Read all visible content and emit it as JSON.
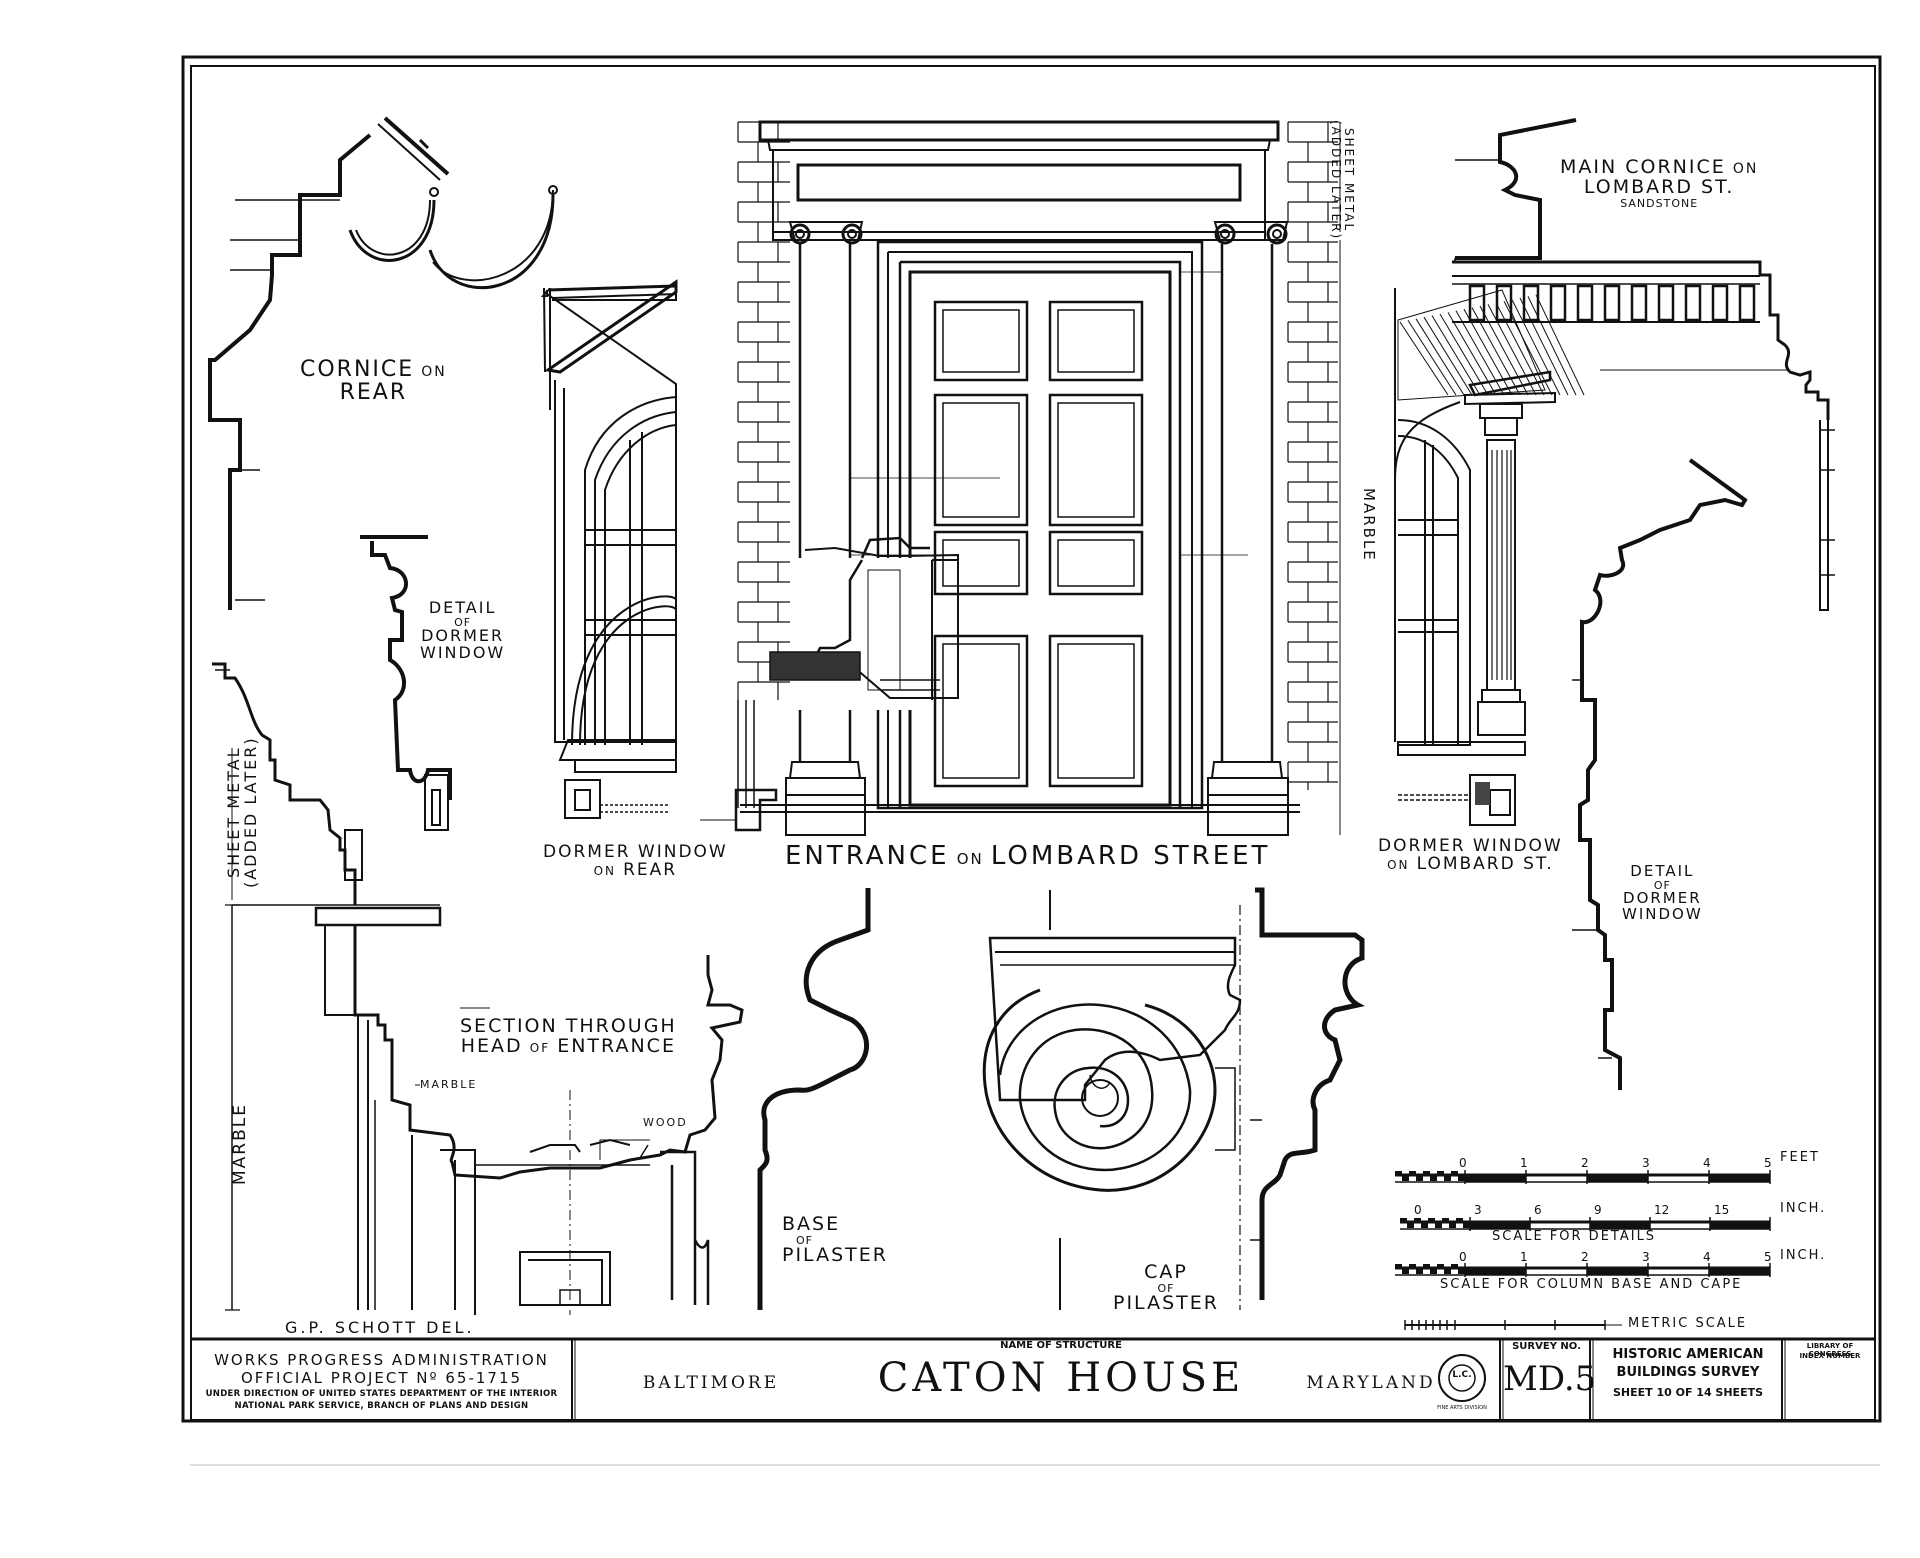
{
  "labels": {
    "cornice_rear": [
      "CORNICE",
      "ON",
      "REAR"
    ],
    "detail_dormer_left": [
      "DETAIL",
      "OF",
      "DORMER",
      "WINDOW"
    ],
    "sheet_metal_left": [
      "SHEET METAL",
      "(ADDED LATER)"
    ],
    "marble_left": "MARBLE",
    "dormer_rear": [
      "DORMER WINDOW",
      "ON",
      "REAR"
    ],
    "entrance": [
      "ENTRANCE",
      "ON",
      "LOMBARD STREET"
    ],
    "sheet_metal_right": [
      "SHEET METAL",
      "(ADDED LATER)"
    ],
    "marble_right": "MARBLE",
    "main_cornice": [
      "MAIN CORNICE",
      "ON",
      "LOMBARD ST.",
      "SANDSTONE"
    ],
    "dormer_lombard": [
      "DORMER WINDOW",
      "ON",
      "LOMBARD ST."
    ],
    "detail_dormer_right": [
      "DETAIL",
      "OF",
      "DORMER",
      "WINDOW"
    ],
    "section_head": [
      "SECTION THROUGH",
      "HEAD",
      "OF",
      "ENTRANCE"
    ],
    "marble_small": "MARBLE",
    "wood": "WOOD",
    "base_pilaster": [
      "BASE",
      "OF",
      "PILASTER"
    ],
    "cap_pilaster": [
      "CAP",
      "OF",
      "PILASTER"
    ],
    "delineator": "G.P. SCHOTT  DEL."
  },
  "scales": {
    "feet": {
      "ticks": [
        "0",
        "1",
        "2",
        "3",
        "4",
        "5"
      ],
      "unit": "FEET"
    },
    "details": {
      "ticks": [
        "0",
        "3",
        "6",
        "9",
        "12",
        "15"
      ],
      "unit": "INCH.",
      "caption": "SCALE FOR DETAILS"
    },
    "column": {
      "ticks": [
        "0",
        "1",
        "2",
        "3",
        "4",
        "5"
      ],
      "unit": "INCH.",
      "caption": "SCALE FOR COLUMN BASE AND CAPE"
    },
    "metric": {
      "caption": "METRIC SCALE"
    }
  },
  "title_block": {
    "agency_line1": "WORKS PROGRESS ADMINISTRATION",
    "agency_line2": "OFFICIAL PROJECT Nº 65-1715",
    "agency_line3": "UNDER DIRECTION OF UNITED STATES DEPARTMENT OF THE INTERIOR",
    "agency_line4": "NATIONAL PARK SERVICE, BRANCH OF PLANS AND DESIGN",
    "name_caption": "NAME OF STRUCTURE",
    "city": "BALTIMORE",
    "structure": "CATON HOUSE",
    "state": "MARYLAND",
    "seal_text": "L.C.",
    "seal_ring": "FINE ARTS DIVISION",
    "survey_caption": "SURVEY NO.",
    "survey_no": "MD.5",
    "habs_line1": "HISTORIC AMERICAN",
    "habs_line2": "BUILDINGS SURVEY",
    "sheet_text": "SHEET 10 OF 14 SHEETS",
    "loc_line1": "LIBRARY OF CONGRESS",
    "loc_line2": "INDEX NUMBER"
  }
}
